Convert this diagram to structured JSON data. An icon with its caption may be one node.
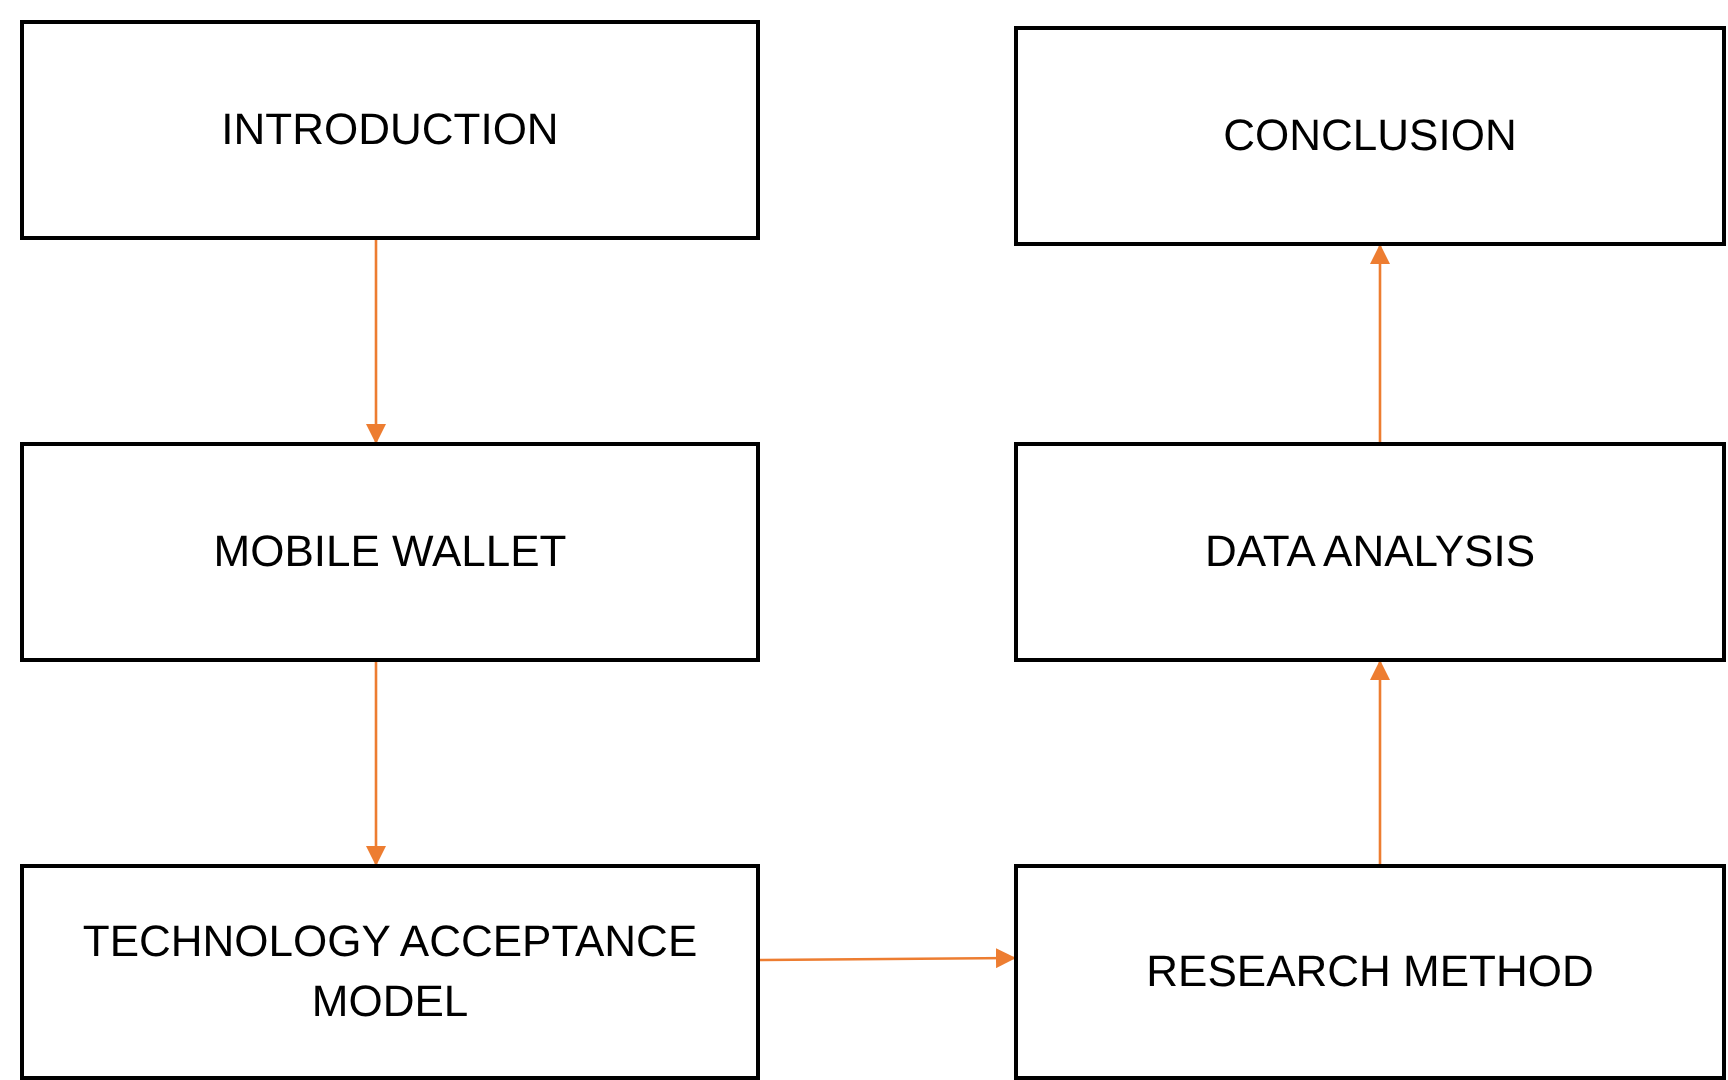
{
  "diagram": {
    "nodes": [
      {
        "text": [
          "INTRODUCTION"
        ]
      },
      {
        "text": [
          "MOBILE WALLET"
        ]
      },
      {
        "text": [
          "TECHNOLOGY ACCEPTANCE MODEL"
        ]
      },
      {
        "text": [
          "RESEARCH METHOD"
        ]
      },
      {
        "text": [
          "DATA ANALYSIS"
        ]
      },
      {
        "text": [
          "CONCLUSION"
        ]
      }
    ],
    "edges": [
      {
        "from": 0,
        "to": 1,
        "arrow": "to"
      },
      {
        "from": 1,
        "to": 2,
        "arrow": "to"
      },
      {
        "from": 2,
        "to": 3,
        "arrow": "to"
      },
      {
        "from": 3,
        "to": 4,
        "arrow": "to"
      },
      {
        "from": 4,
        "to": 5,
        "arrow": "to"
      }
    ]
  }
}
